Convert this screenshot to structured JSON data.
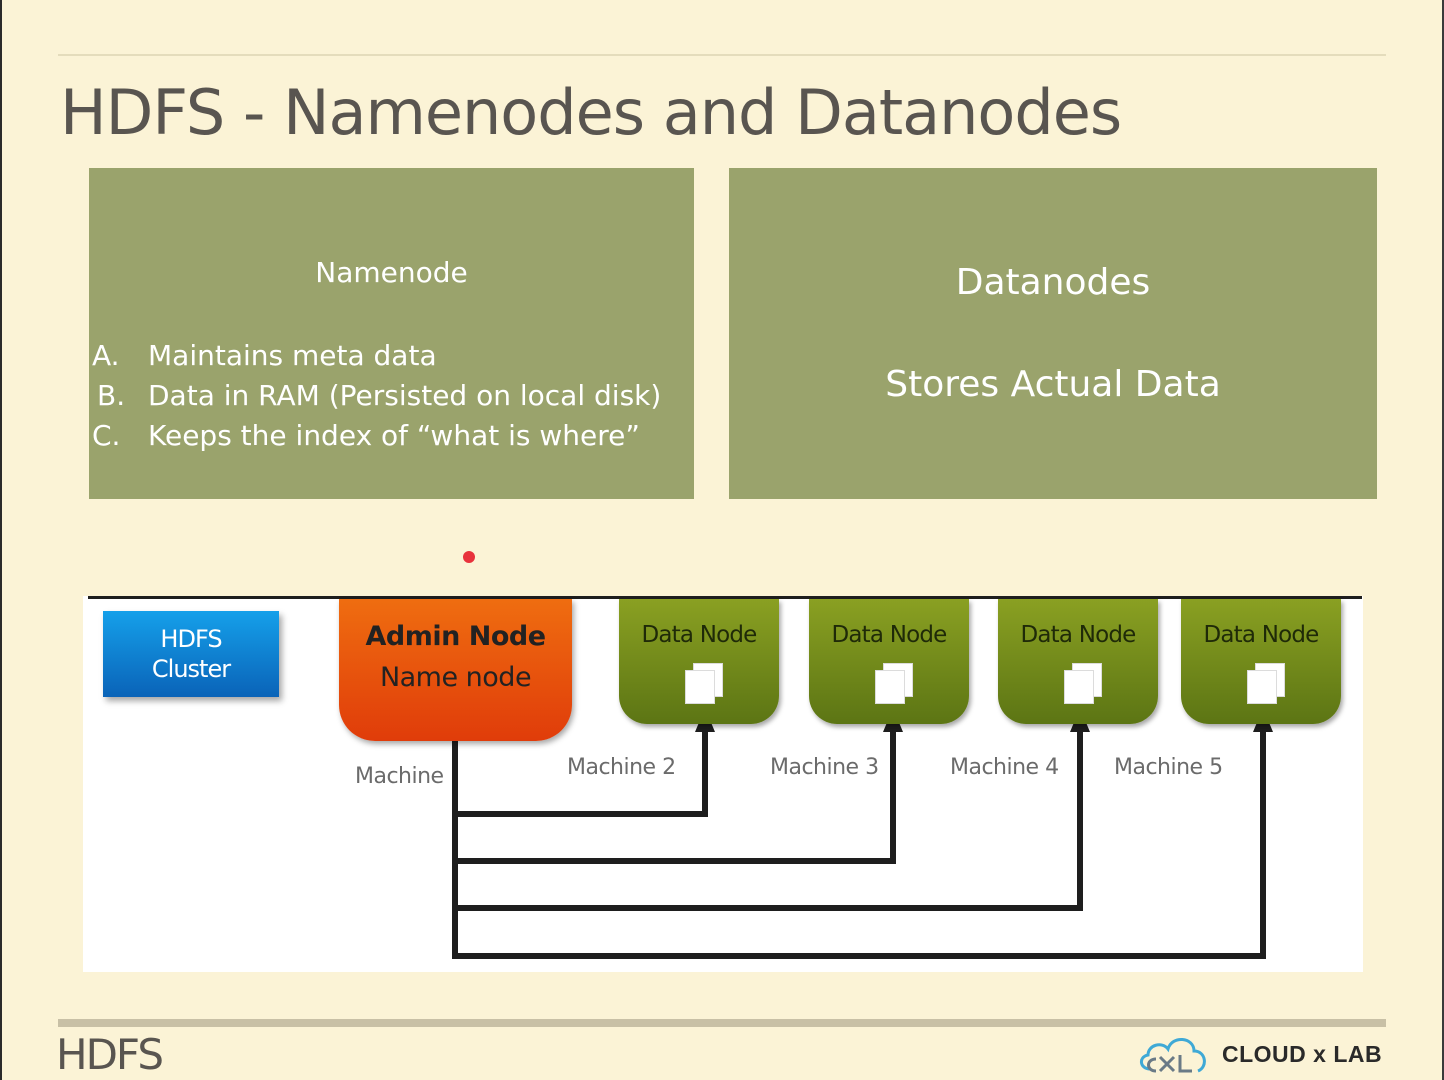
{
  "slide": {
    "title": "HDFS - Namenodes and Datanodes",
    "footer_title": "HDFS",
    "brand": {
      "name": "CLOUD x LAB",
      "logo_icon": "cloud-xl-logo-icon",
      "logo_color": "#3fa9d6"
    }
  },
  "namenode_panel": {
    "heading": "Namenode",
    "items": [
      {
        "marker": "A.",
        "text": "Maintains meta data"
      },
      {
        "marker": "B.",
        "text": "Data in RAM (Persisted on local disk)"
      },
      {
        "marker": "C.",
        "text": "Keeps the index of “what is where”"
      }
    ]
  },
  "datanode_panel": {
    "heading": "Datanodes",
    "body": "Stores Actual Data"
  },
  "diagram": {
    "cluster_badge": {
      "line1": "HDFS",
      "line2": "Cluster"
    },
    "admin_node": {
      "title": "Admin Node",
      "subtitle": "Name node",
      "machine": "Machine"
    },
    "data_nodes": [
      {
        "label": "Data Node",
        "machine": "Machine 2",
        "icon": "documents-icon"
      },
      {
        "label": "Data Node",
        "machine": "Machine 3",
        "icon": "documents-icon"
      },
      {
        "label": "Data Node",
        "machine": "Machine 4",
        "icon": "documents-icon"
      },
      {
        "label": "Data Node",
        "machine": "Machine 5",
        "icon": "documents-icon"
      }
    ],
    "colors": {
      "cluster": "#0e80d0",
      "admin_node": "#e8520c",
      "data_node": "#739018",
      "connector": "#1e1e1e"
    }
  },
  "colors": {
    "background": "#fbf3d6",
    "panel": "#9aa36c",
    "title_text": "#595550",
    "pointer": "#e8323c"
  }
}
